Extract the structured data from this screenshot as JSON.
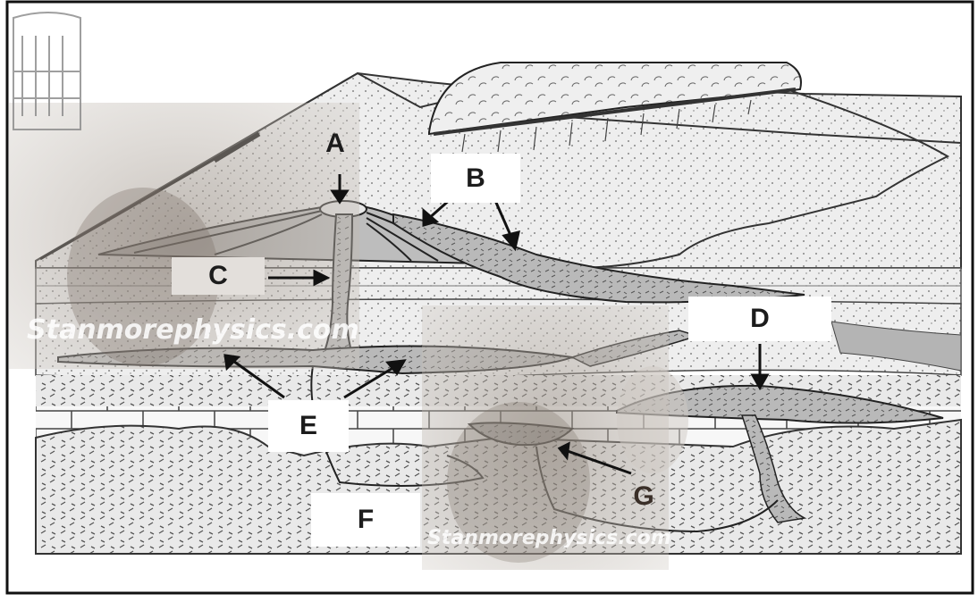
{
  "diagram": {
    "labels": {
      "a": "A",
      "b": "B",
      "c": "C",
      "d": "D",
      "e": "E",
      "f": "F",
      "g": "G"
    },
    "watermark": "Stanmorephysics.com"
  }
}
